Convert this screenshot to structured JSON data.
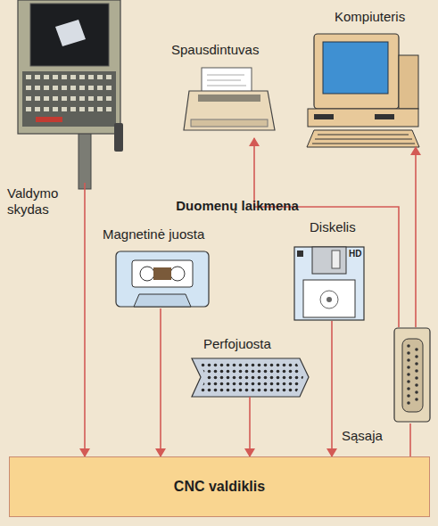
{
  "diagram": {
    "nodes": [
      {
        "text": [
          "Valdymo skydas"
        ]
      },
      {
        "text": [
          "Spausdintuvas"
        ]
      },
      {
        "text": [
          "Kompiuteris"
        ]
      },
      {
        "text": [
          "Magnetinė juosta"
        ]
      },
      {
        "text": [
          "Diskelis"
        ]
      },
      {
        "text": [
          "Perfojuosta"
        ]
      },
      {
        "text": [
          "Sąsaja"
        ]
      },
      {
        "text": [
          "CNC valdiklis"
        ]
      }
    ],
    "edges": [
      {
        "from": 0,
        "to": 7,
        "arrow": "to"
      },
      {
        "from": 3,
        "to": 7,
        "arrow": "to"
      },
      {
        "from": 5,
        "to": 7,
        "arrow": "to"
      },
      {
        "from": 4,
        "to": 7,
        "arrow": "to"
      },
      {
        "from": 7,
        "to": 6,
        "arrow": "none"
      },
      {
        "from": 6,
        "to": 2,
        "arrow": "to"
      },
      {
        "from": 6,
        "to": 1,
        "arrow": "to"
      }
    ],
    "labels": [
      "Duomenų laikmena",
      "HD"
    ]
  }
}
